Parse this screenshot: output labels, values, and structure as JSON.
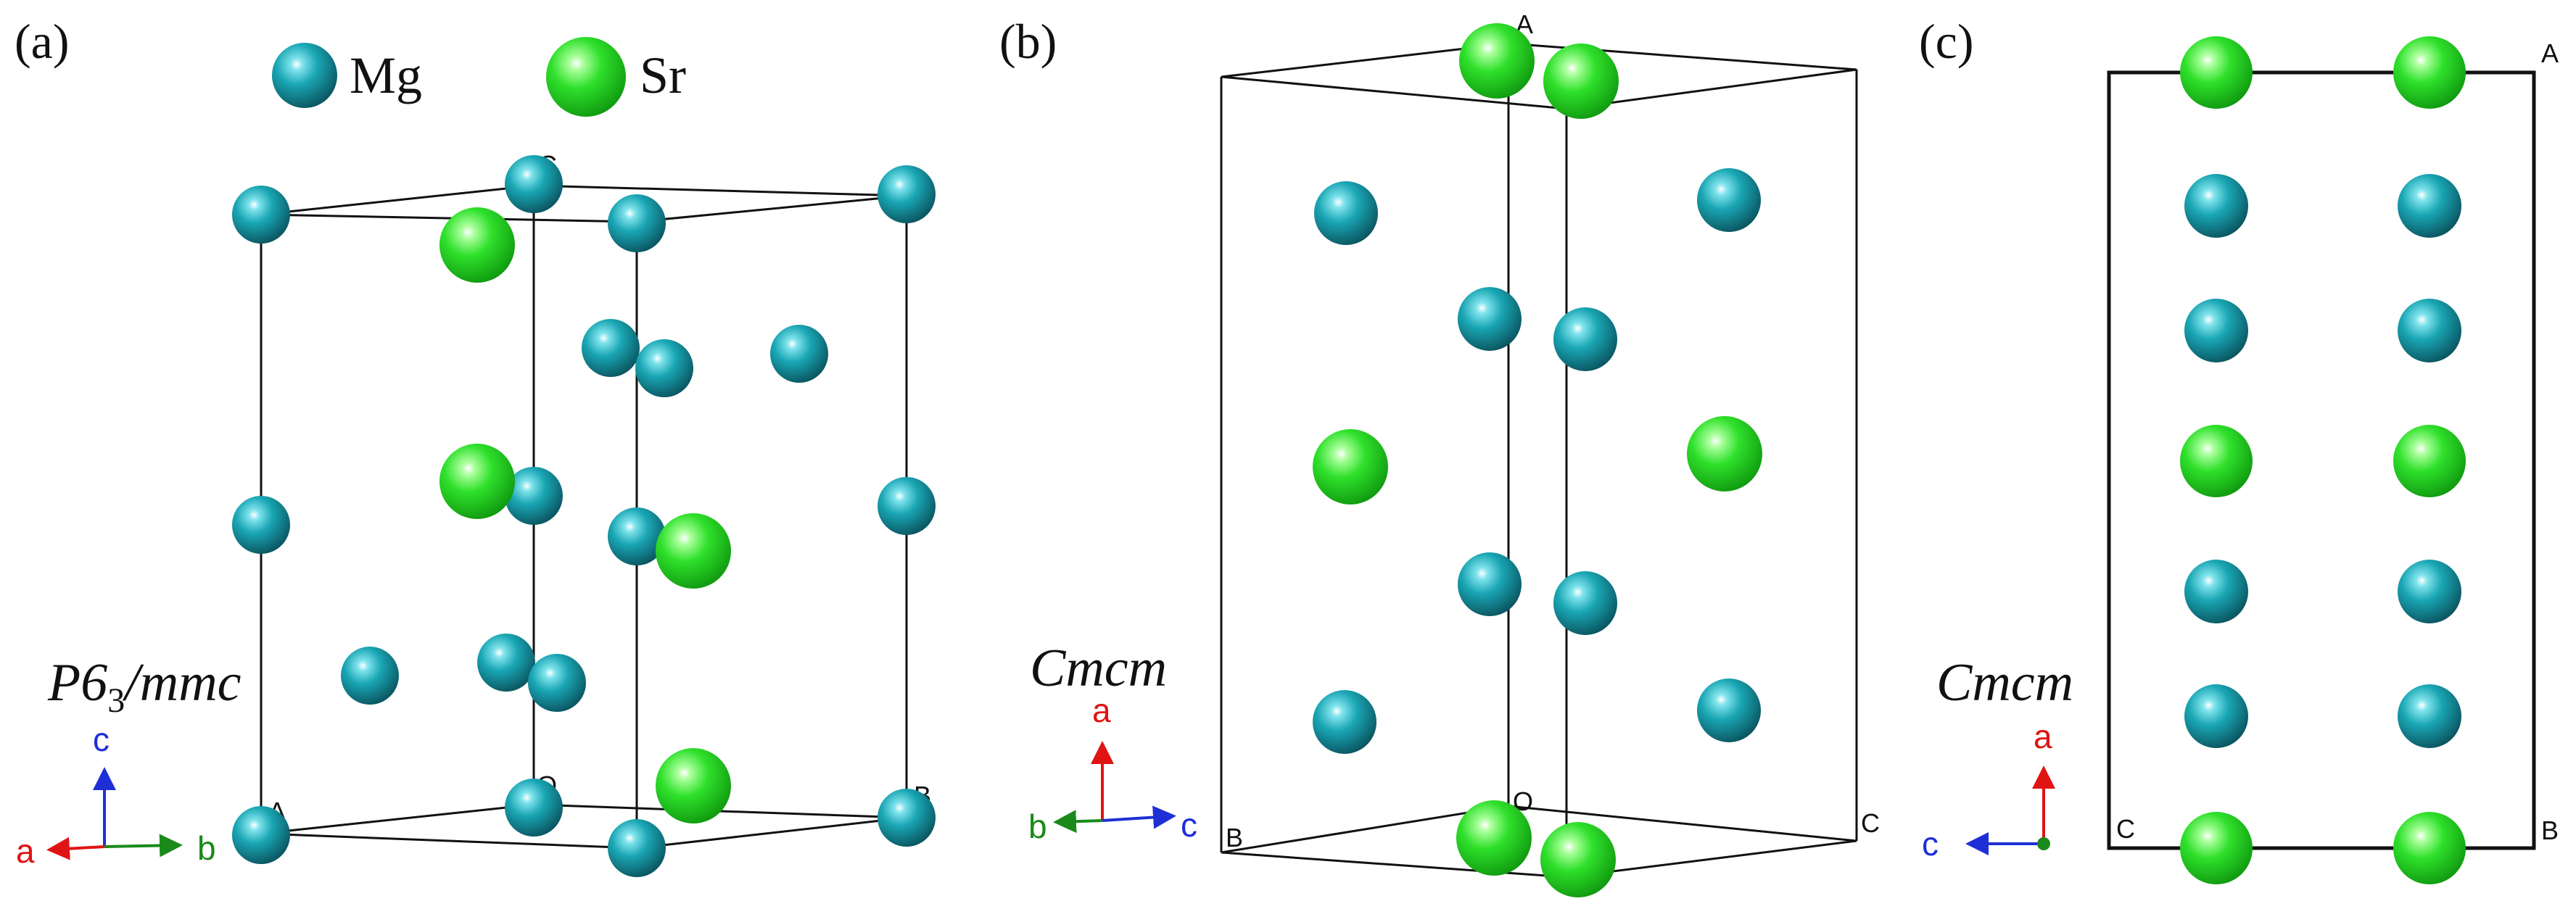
{
  "panels": {
    "a": {
      "label": "(a)",
      "space_group_prefix": "P6",
      "space_group_sub": "3",
      "space_group_suffix": "/mmc",
      "corners": {
        "c": "C",
        "a": "A",
        "o": "O",
        "b": "B"
      }
    },
    "b": {
      "label": "(b)",
      "space_group": "Cmcm",
      "corners": {
        "a": "A",
        "o": "O",
        "b": "B",
        "c": "C"
      }
    },
    "c": {
      "label": "(c)",
      "space_group": "Cmcm",
      "corners": {
        "a": "A",
        "c": "C",
        "b": "B"
      }
    }
  },
  "legend": {
    "mg": "Mg",
    "sr": "Sr"
  },
  "axes": {
    "a": {
      "up": "c",
      "left": "a",
      "right": "b"
    },
    "b": {
      "up": "a",
      "left": "b",
      "right": "c"
    },
    "c": {
      "up": "a",
      "left": "c"
    }
  },
  "colors": {
    "mg": "#1a9aa8",
    "sr": "#2ee02a",
    "axis_a": "#e01414",
    "axis_b": "#1a8a1a",
    "axis_c": "#1f2fd6"
  }
}
